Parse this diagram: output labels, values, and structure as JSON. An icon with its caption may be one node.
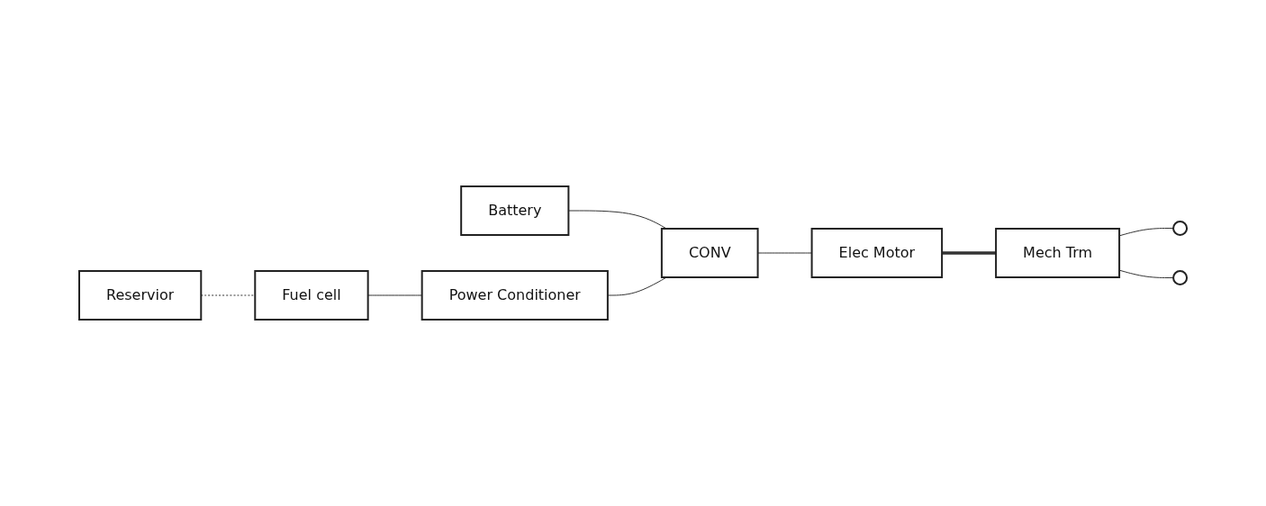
{
  "diagram": {
    "nodes": [
      {
        "text": [
          "Reservior"
        ]
      },
      {
        "text": [
          "Fuel cell"
        ]
      },
      {
        "text": [
          "Battery"
        ]
      },
      {
        "text": [
          "Power Conditioner"
        ]
      },
      {
        "text": [
          "CONV"
        ]
      },
      {
        "text": [
          "Elec Motor"
        ]
      },
      {
        "text": [
          "Mech Trm"
        ]
      },
      {
        "text": [],
        "shape": "ellipse"
      },
      {
        "text": [],
        "shape": "ellipse"
      }
    ],
    "edges": [
      {
        "from": 0,
        "to": 1,
        "arrow": "none",
        "style": "dashed"
      },
      {
        "from": 1,
        "to": 3,
        "arrow": "none"
      },
      {
        "from": 2,
        "to": 4,
        "arrow": "none"
      },
      {
        "from": 3,
        "to": 4,
        "arrow": "none"
      },
      {
        "from": 4,
        "to": 5,
        "arrow": "none"
      },
      {
        "from": 5,
        "to": 6,
        "arrow": "none",
        "style": "thick"
      },
      {
        "from": 6,
        "to": 7,
        "arrow": "none"
      },
      {
        "from": 6,
        "to": 8,
        "arrow": "none"
      }
    ]
  }
}
